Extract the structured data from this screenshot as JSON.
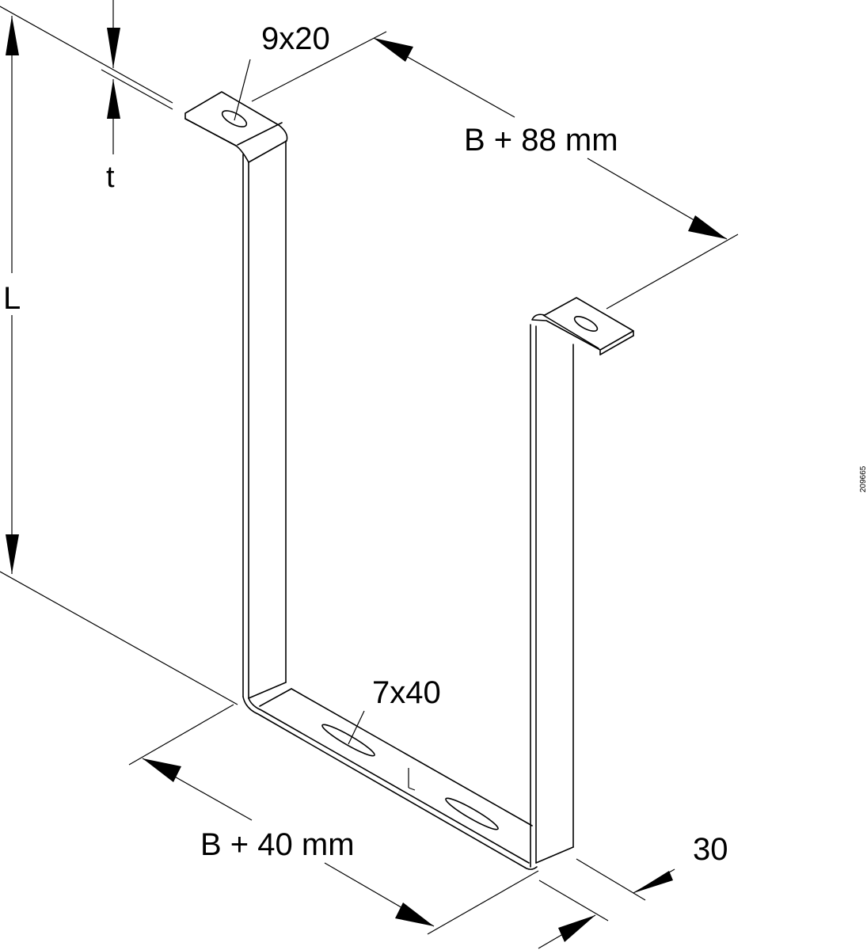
{
  "drawing": {
    "subject": "U-shaped hanger bracket, isometric view",
    "colors": {
      "line": "#000000",
      "background": "#ffffff"
    },
    "labels": {
      "top_slot": "9x20",
      "bottom_slot": "7x40",
      "top_width": "B + 88 mm",
      "bottom_width": "B + 40 mm",
      "length": "L",
      "thickness": "t",
      "depth": "30"
    },
    "reference_number": "209665"
  }
}
